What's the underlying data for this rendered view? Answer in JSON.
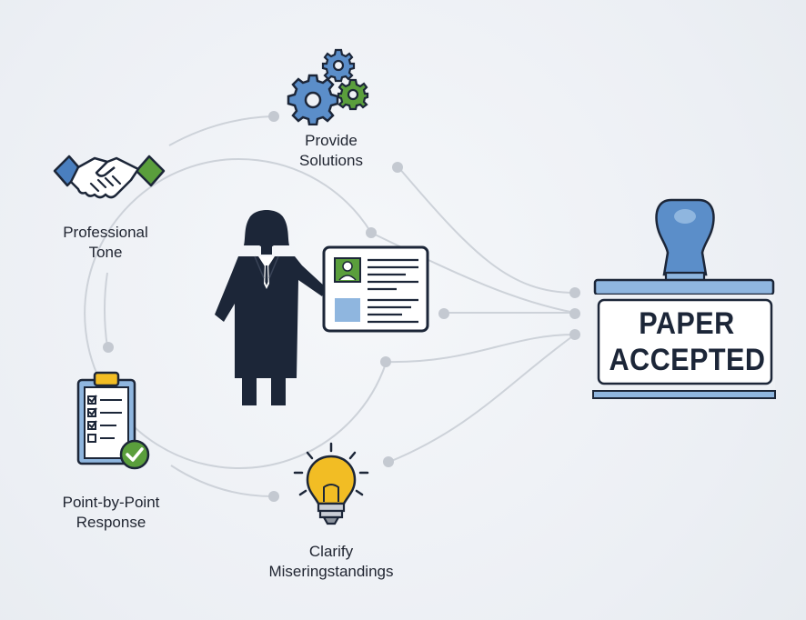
{
  "nodes": {
    "provide_solutions": {
      "line1": "Provide",
      "line2": "Solutions"
    },
    "professional_tone": {
      "line1": "Professional",
      "line2": "Tone"
    },
    "point_by_point": {
      "line1": "Point-by-Point",
      "line2": "Response"
    },
    "clarify": {
      "line1": "Clarify",
      "line2": "Miseringstandings"
    }
  },
  "stamp": {
    "line1": "PAPER",
    "line2": "ACCEPTED"
  },
  "icons": {
    "top": "gears-icon",
    "left_top": "handshake-icon",
    "left_bottom": "clipboard-checklist-icon",
    "bottom": "lightbulb-icon",
    "center": "presenter-icon",
    "right": "rubber-stamp-icon"
  },
  "colors": {
    "dark_navy": "#1c2638",
    "blue": "#5b8ec9",
    "light_blue": "#8fb6df",
    "green": "#5a9e3c",
    "yellow": "#f2bd24",
    "line_gray": "#c9ced6",
    "dot_gray": "#c2c7cf"
  }
}
